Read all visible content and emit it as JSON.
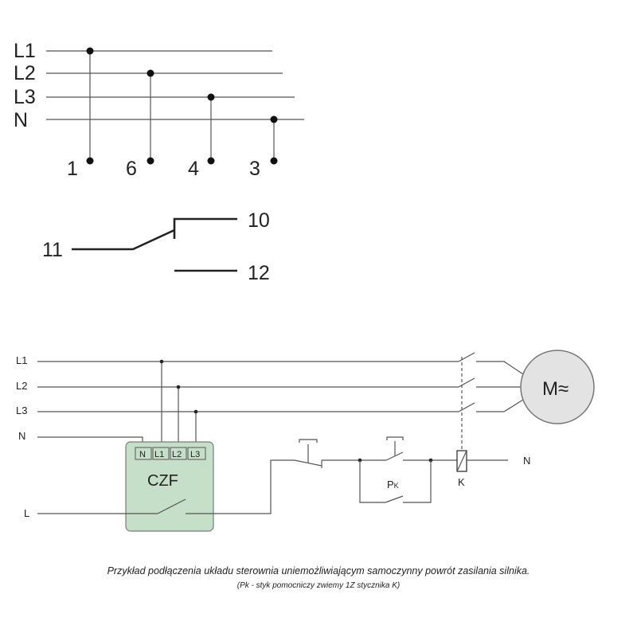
{
  "top_diagram": {
    "line_labels": [
      "L1",
      "L2",
      "L3",
      "N"
    ],
    "terminal_labels": [
      "1",
      "6",
      "4",
      "3"
    ]
  },
  "contact_diagram": {
    "common_label": "11",
    "normally_open_label": "10",
    "normally_closed_label": "12"
  },
  "wiring_diagram": {
    "line_labels": [
      "L1",
      "L2",
      "L3",
      "N"
    ],
    "live_label": "L",
    "module": {
      "name": "CZF",
      "terminals": [
        "N",
        "L1",
        "L2",
        "L3"
      ],
      "fill_color": "#c6dfc9"
    },
    "auxiliary_contact_label": "P",
    "auxiliary_contact_subscript": "K",
    "contactor_label": "K",
    "neutral_label": "N",
    "motor_label": "M≈"
  },
  "caption": {
    "main": "Przykład podłączenia układu sterownia uniemożliwiającym samoczynny powrót zasilania silnika.",
    "sub": "(Pk - styk pomocniczy zwiemy 1Z stycznika K)"
  }
}
